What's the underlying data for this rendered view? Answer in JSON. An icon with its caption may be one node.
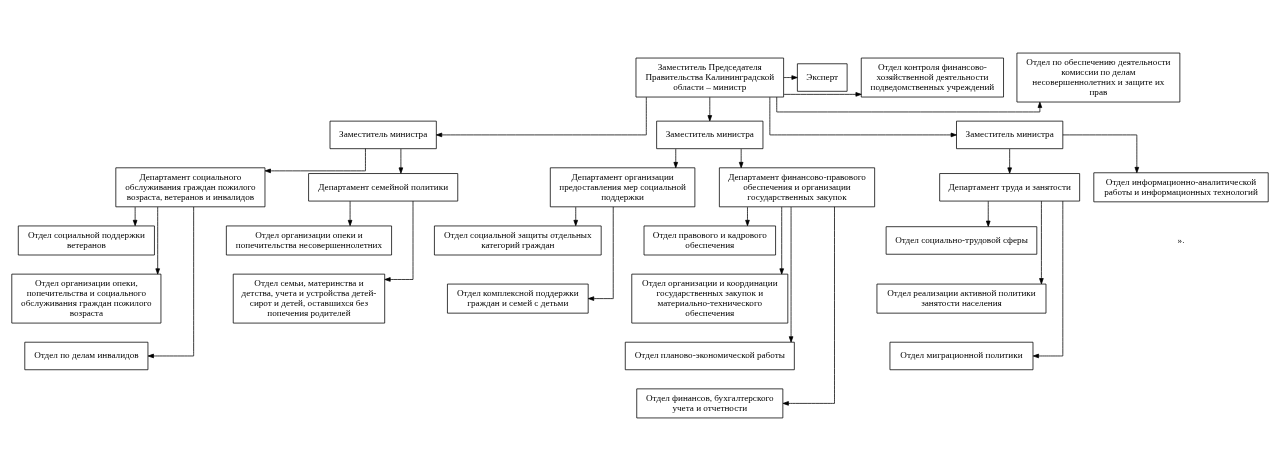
{
  "diagram": {
    "nodes": [
      {
        "text": [
          "Отдел по обеспечению деятельности комиссии по делам несовершеннолетних и защите их прав"
        ]
      },
      {
        "text": [
          "Заместитель Председателя Правительства Калининградской области – министр"
        ]
      },
      {
        "text": [
          "Отдел контроля финансово-хозяйственной деятельности подведомственных учреждений"
        ]
      },
      {
        "text": [
          "Эксперт"
        ]
      },
      {
        "text": [
          "Заместитель министра"
        ]
      },
      {
        "text": [
          "Заместитель министра"
        ]
      },
      {
        "text": [
          "Заместитель министра"
        ]
      },
      {
        "text": [
          "Департамент социального обслуживания граждан пожилого возраста, ветеранов и инвалидов"
        ]
      },
      {
        "text": [
          "Департамент семейной политики"
        ]
      },
      {
        "text": [
          "Департамент организации предоставления мер социальной поддержки"
        ]
      },
      {
        "text": [
          "Департамент финансово-правового обеспечения и организации государственных закупок"
        ]
      },
      {
        "text": [
          "Департамент труда и занятости"
        ]
      },
      {
        "text": [
          "Отдел социальной поддержки ветеранов"
        ]
      },
      {
        "text": [
          "Отдел организации опеки и попечительства несовершеннолетних"
        ]
      },
      {
        "text": [
          "Отдел социальной защиты отдельных категорий граждан"
        ]
      },
      {
        "text": [
          "Отдел правового и кадрового обеспечения"
        ]
      },
      {
        "text": [
          "Отдел социально-трудовой сферы"
        ]
      },
      {
        "text": [
          "Отдел организации опеки, попечительства и социального обслуживания граждан пожилого возраста"
        ]
      },
      {
        "text": [
          "Отдел семьи, материнства и детства, учета и устройства детей-сирот и детей, оставшихся без попечения родителей"
        ]
      },
      {
        "text": [
          "Отдел комплексной поддержки граждан и семей с детьми"
        ]
      },
      {
        "text": [
          "Отдел организации и координации государственных закупок и материально-технического обеспечения"
        ]
      },
      {
        "text": [
          "Отдел реализации активной политики занятости населения"
        ]
      },
      {
        "text": [
          "Отдел по делам инвалидов"
        ]
      },
      {
        "text": [
          "Отдел планово-экономической работы"
        ]
      },
      {
        "text": [
          "Отдел миграционной политики"
        ]
      },
      {
        "text": [
          "Отдел финансов, бухгалтерского учета и отчетности"
        ]
      },
      {
        "text": [
          "Отдел информационно-аналитической работы и информационных технологий"
        ]
      }
    ],
    "edges": [
      {
        "from": 1,
        "to": 0,
        "arrow": "to"
      },
      {
        "from": 1,
        "to": 4,
        "arrow": "to"
      },
      {
        "from": 1,
        "to": 5,
        "arrow": "to"
      },
      {
        "from": 1,
        "to": 2,
        "arrow": "to"
      },
      {
        "from": 1,
        "to": 3,
        "arrow": "to"
      },
      {
        "from": 1,
        "to": 6,
        "arrow": "to"
      },
      {
        "from": 4,
        "to": 7,
        "arrow": "to"
      },
      {
        "from": 4,
        "to": 8,
        "arrow": "to"
      },
      {
        "from": 5,
        "to": 9,
        "arrow": "to"
      },
      {
        "from": 5,
        "to": 10,
        "arrow": "to"
      },
      {
        "from": 6,
        "to": 11,
        "arrow": "to"
      },
      {
        "from": 6,
        "to": 26,
        "arrow": "to"
      },
      {
        "from": 7,
        "to": 12,
        "arrow": "to"
      },
      {
        "from": 7,
        "to": 17,
        "arrow": "to"
      },
      {
        "from": 7,
        "to": 22,
        "arrow": "to"
      },
      {
        "from": 8,
        "to": 13,
        "arrow": "to"
      },
      {
        "from": 8,
        "to": 18,
        "arrow": "to"
      },
      {
        "from": 9,
        "to": 14,
        "arrow": "to"
      },
      {
        "from": 9,
        "to": 19,
        "arrow": "to"
      },
      {
        "from": 10,
        "to": 15,
        "arrow": "to"
      },
      {
        "from": 10,
        "to": 20,
        "arrow": "to"
      },
      {
        "from": 10,
        "to": 23,
        "arrow": "to"
      },
      {
        "from": 10,
        "to": 25,
        "arrow": "to"
      },
      {
        "from": 11,
        "to": 16,
        "arrow": "to"
      },
      {
        "from": 11,
        "to": 21,
        "arrow": "to"
      },
      {
        "from": 11,
        "to": 24,
        "arrow": "to"
      }
    ],
    "labels": [
      "»."
    ]
  }
}
